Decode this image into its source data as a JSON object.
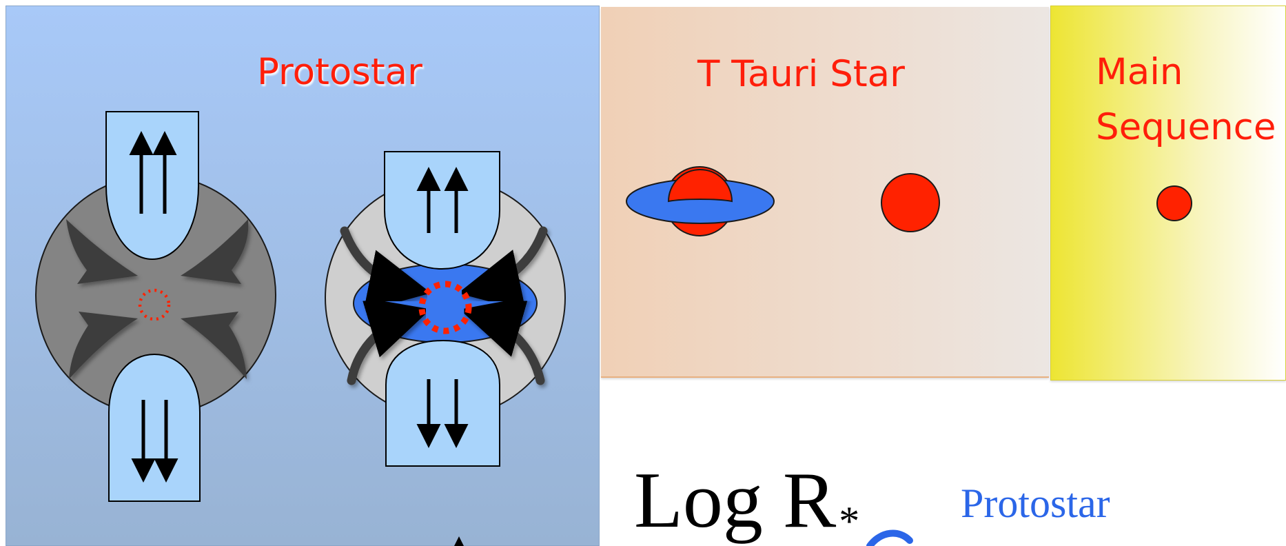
{
  "panels": {
    "protostar": {
      "title": "Protostar"
    },
    "t_tauri": {
      "title": "T Tauri Star"
    },
    "main_sequence": {
      "title_line1": "Main",
      "title_line2": "Sequence"
    }
  },
  "graph": {
    "y_axis_label": "Log R",
    "y_axis_subscript": "*",
    "series_label": "Protostar"
  },
  "colors": {
    "star_red": "#ff2200",
    "disk_blue": "#3a78f0",
    "outflow_blue": "#a9d4fb",
    "title_red": "#ff1e0a",
    "label_blue": "#2b66e8"
  }
}
